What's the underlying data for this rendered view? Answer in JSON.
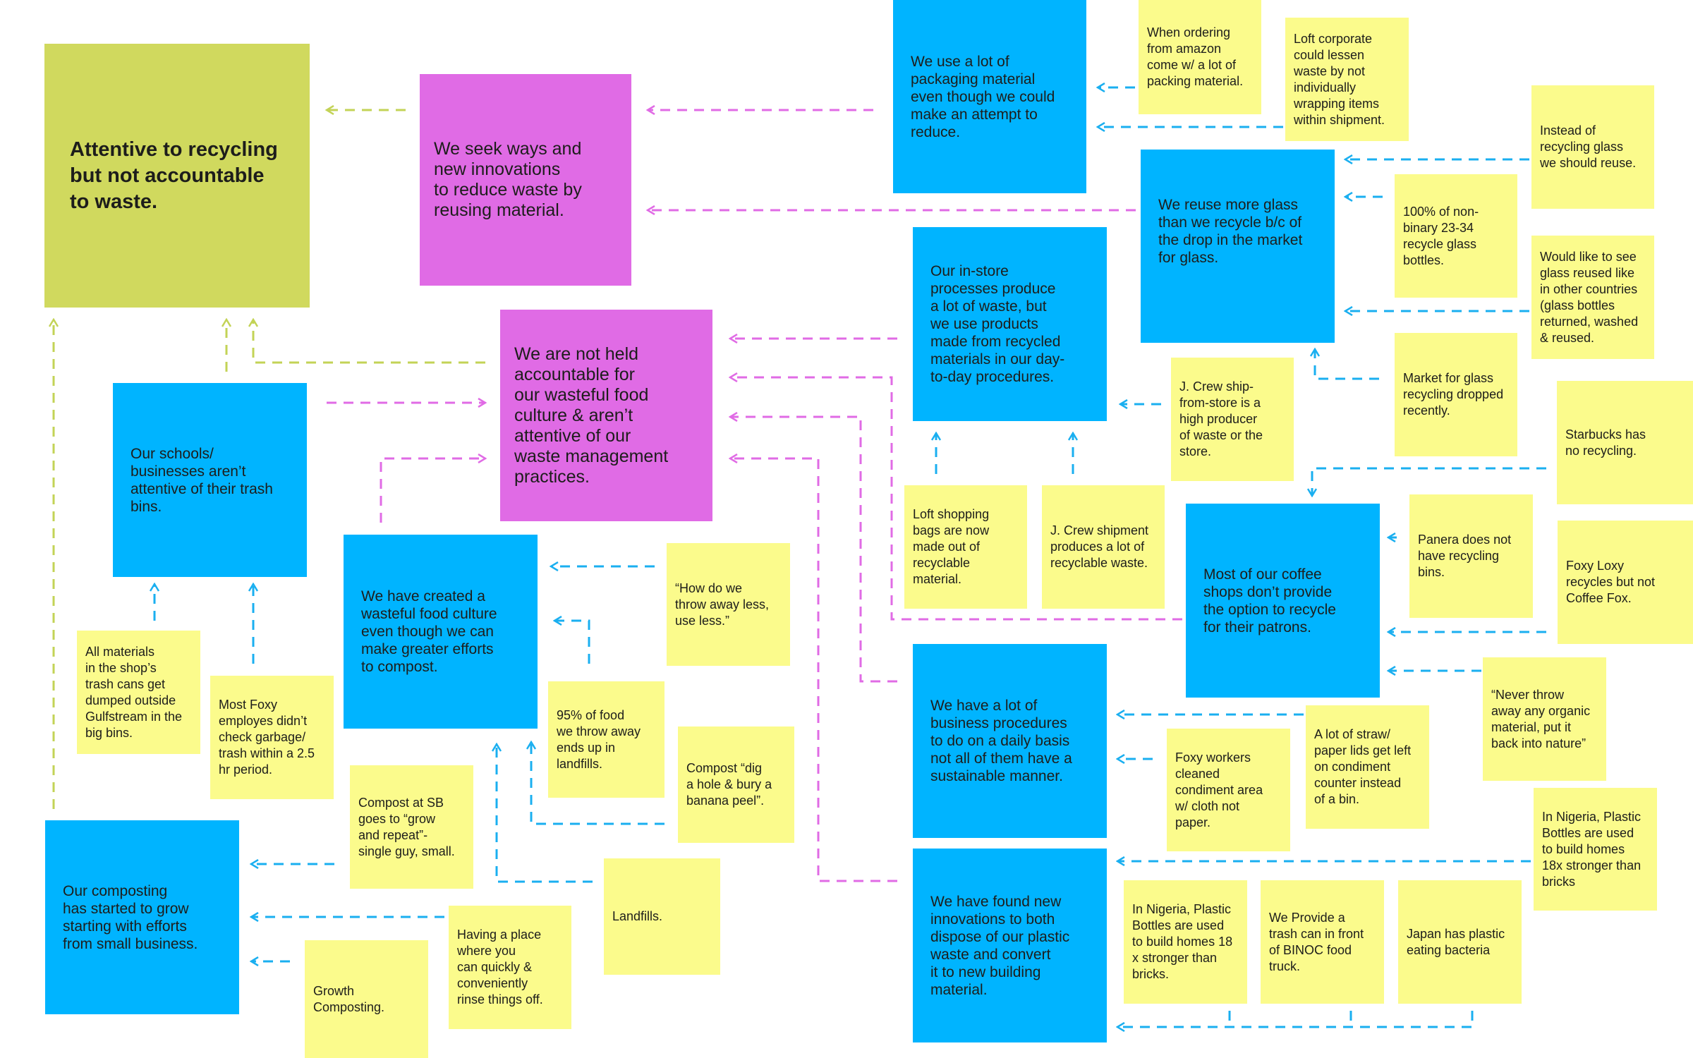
{
  "colors": {
    "theme": "#d0d95e",
    "insight": "#e06be5",
    "finding": "#00b4ff",
    "sticky": "#fbfb8c",
    "link_green": "#c3d356",
    "link_pink": "#e06be5",
    "link_blue": "#1aaff0"
  },
  "theme": {
    "text": "Attentive to recycling\nbut not accountable\nto waste."
  },
  "insights": {
    "reuse": "We seek ways and\nnew innovations\nto reduce waste by\nreusing material.",
    "not_held": "We are not held\naccountable for\nour wasteful food\nculture & aren’t\nattentive of our\nwaste management\npractices."
  },
  "findings": {
    "packaging": "We use a lot of\npackaging material\neven though we could\nmake an attempt to\nreduce.",
    "glass": "We reuse more glass\nthan we recycle b/c of\nthe drop in the market\nfor glass.",
    "instore": "Our in-store\nprocesses produce\na lot of waste, but\nwe use products\nmade from recycled\nmaterials in our day-\nto-day procedures.",
    "schools": "Our schools/\nbusinesses aren’t\nattentive of their trash\nbins.",
    "food_culture": "We have created a\nwasteful food culture\neven though we can\nmake greater efforts\nto compost.",
    "coffee": "Most of our coffee\nshops don’t provide\nthe option to recycle\nfor their patrons.",
    "procedures": "We have a lot of\nbusiness procedures\nto do on a daily basis\nnot all of them have a\nsustainable manner.",
    "composting": "Our composting\nhas started to grow\nstarting with efforts\nfrom small business.",
    "plastic": "We have found new\ninnovations to both\ndispose of our plastic\nwaste and convert\nit to new building\nmaterial."
  },
  "stickies": {
    "amazon": "When ordering\nfrom amazon\ncome w/ a lot of\npacking material.",
    "loft_corporate": "Loft corporate\ncould lessen\nwaste by not\nindividually\nwrapping items\nwithin shipment.",
    "instead_glass": "Instead of\nrecycling glass\nwe should reuse.",
    "nonbinary": "100% of non-\nbinary 23-34\nrecycle glass\nbottles.",
    "glass_reused": "Would like to see\nglass reused like\nin other countries\n(glass bottles\nreturned, washed\n& reused.",
    "market_glass": "Market for glass\nrecycling dropped\nrecently.",
    "jcrew_ship": "J. Crew ship-\nfrom-store is a\nhigh producer\nof waste or the\nstore.",
    "loft_bags": "Loft shopping\nbags are now\nmade out of\nrecyclable\nmaterial.",
    "jcrew_shipment": "J. Crew shipment\nproduces a lot of\nrecyclable waste.",
    "starbucks": "Starbucks has\nno recycling.",
    "panera": "Panera does not\nhave recycling\nbins.",
    "foxy_loxy": "Foxy Loxy\n recycles but not\nCoffee Fox.",
    "never_throw": "“Never throw\naway any organic\nmaterial, put it\nback into nature”",
    "straw": "A lot of straw/\npaper lids get left\non condiment\ncounter instead\nof a bin.",
    "foxy_workers": "Foxy workers\ncleaned\ncondiment area\nw/ cloth not\npaper.",
    "nigeria_right": "In Nigeria, Plastic\nBottles are used\nto build homes\n18x stronger than\nbricks",
    "nigeria_bottom": "In Nigeria, Plastic\nBottles are used\nto build homes 18\nx stronger than\nbricks.",
    "binoc": "We Provide a\ntrash can in front\nof BINOC food\ntruck.",
    "japan": "Japan has plastic\neating bacteria",
    "how_do_we": "“How do we\nthrow away less,\nuse less.”",
    "food_95": "95% of food\nwe throw away\nends up in\nlandfills.",
    "compost_dig": "Compost “dig\na hole & bury a\nbanana peel”.",
    "all_materials": "All materials\nin the shop’s\ntrash cans get\ndumped outside\nGulfstream in the\nbig bins.",
    "most_foxy": "Most Foxy\nemployes didn’t\ncheck garbage/\ntrash within a 2.5\nhr period.",
    "compost_sb": "Compost at SB\ngoes to “grow\nand repeat”-\nsingle guy, small.",
    "landfills": "Landfills.",
    "having_place": "Having a place\nwhere you\ncan quickly &\nconveniently\nrinse things off.",
    "growth": "Growth\nComposting."
  }
}
